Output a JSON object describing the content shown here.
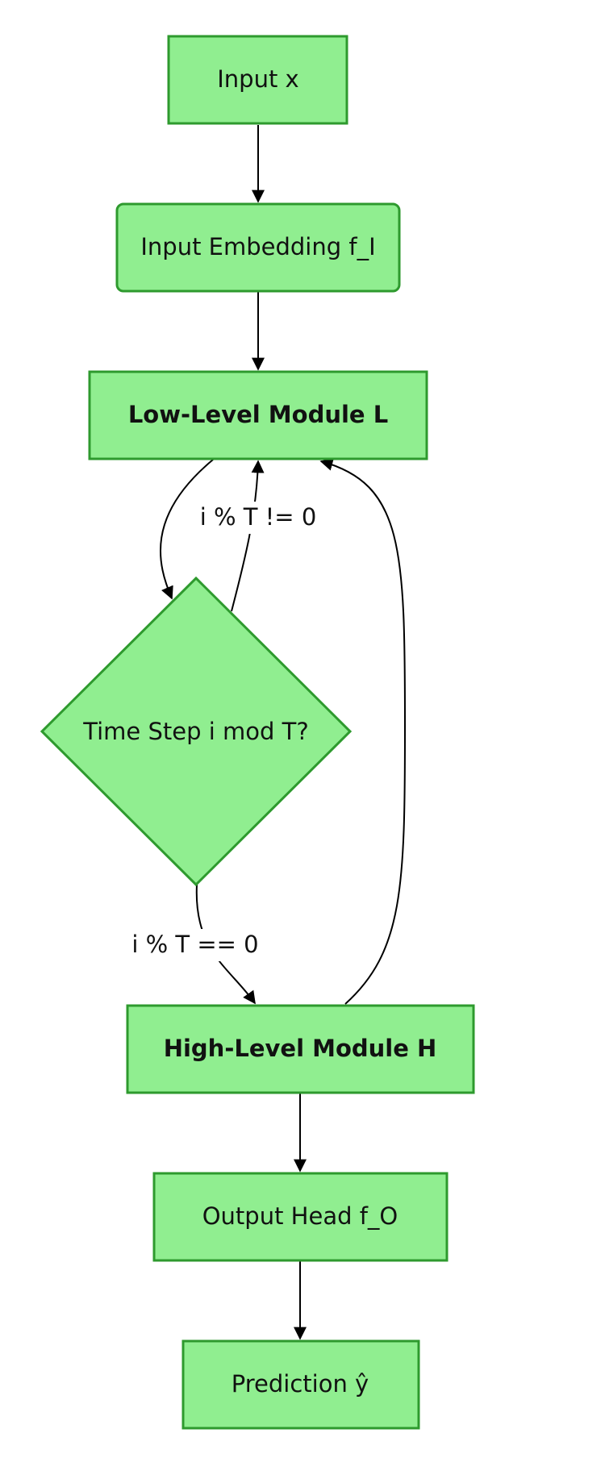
{
  "diagram": {
    "nodes": {
      "input": {
        "label": "Input x"
      },
      "embedding": {
        "label": "Input Embedding f_I"
      },
      "low_level": {
        "label": "Low-Level Module L"
      },
      "decision": {
        "label": "Time Step i mod T?"
      },
      "high_level": {
        "label": "High-Level Module H"
      },
      "output_head": {
        "label": "Output Head f_O"
      },
      "prediction": {
        "label": "Prediction ŷ"
      }
    },
    "edges": {
      "not_zero": {
        "label": "i % T != 0"
      },
      "is_zero": {
        "label": "i % T == 0"
      }
    },
    "colors": {
      "node_fill": "#90ee90",
      "node_stroke": "#2e9a2e",
      "edge": "#000000"
    }
  }
}
